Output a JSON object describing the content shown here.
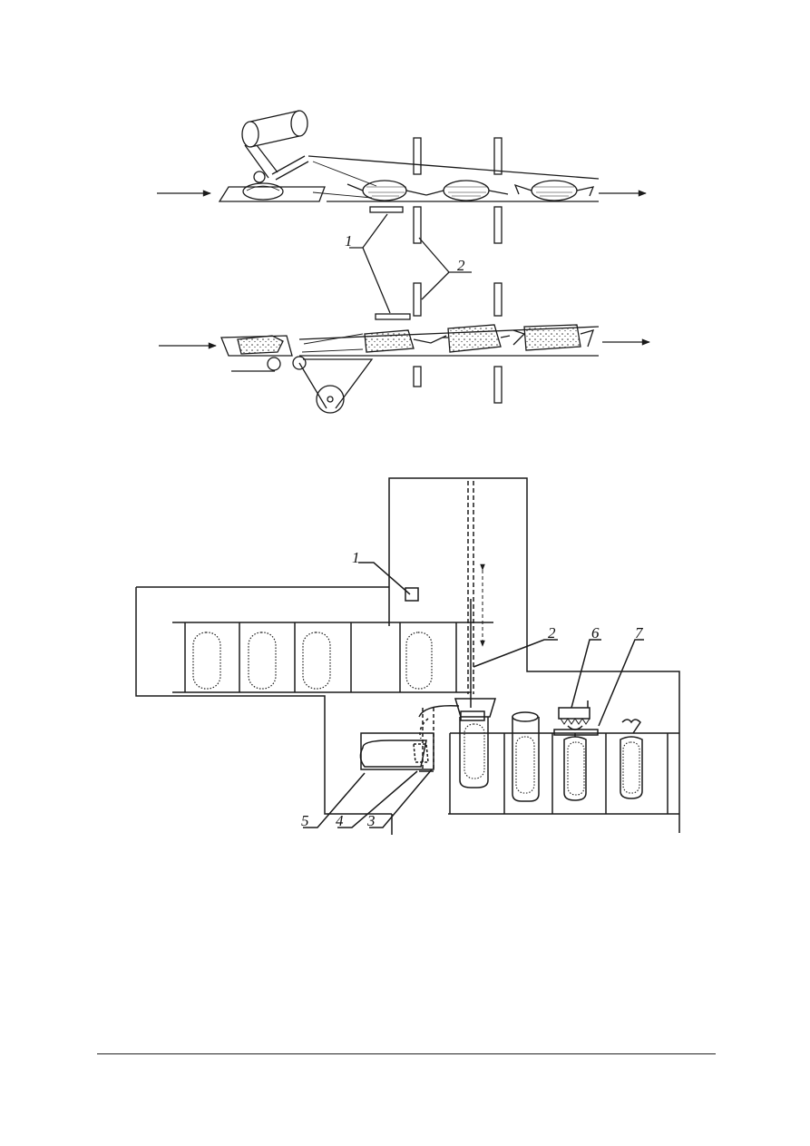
{
  "figure_top": {
    "callouts": {
      "label_1": "1",
      "label_2": "2"
    }
  },
  "figure_bottom": {
    "callouts": {
      "label_1": "1",
      "label_2": "2",
      "label_3": "3",
      "label_4": "4",
      "label_5": "5",
      "label_6": "6",
      "label_7": "7"
    }
  },
  "colors": {
    "ink": "#1a1a1a",
    "paper": "#ffffff"
  }
}
